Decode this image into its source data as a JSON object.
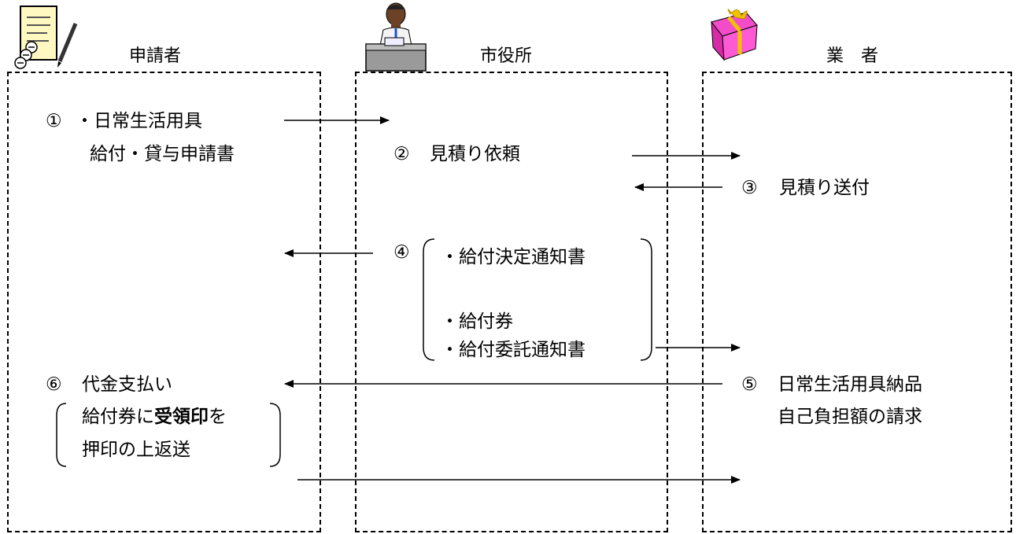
{
  "columns": {
    "applicant": "申請者",
    "city_office": "市役所",
    "vendor": "業　者"
  },
  "steps": {
    "s1_num": "①",
    "s1_line1": "・日常生活用具",
    "s1_line2": "給付・貸与申請書",
    "s2_num": "②",
    "s2_text": "見積り依頼",
    "s3_num": "③",
    "s3_text": "見積り送付",
    "s4_num": "④",
    "s4_item1": "・給付決定通知書",
    "s4_item2": "・給付券",
    "s4_item3": "・給付委託通知書",
    "s5_num": "⑤",
    "s5_line1": "日常生活用具納品",
    "s5_line2": "自己負担額の請求",
    "s6_num": "⑥",
    "s6_line1": "代金支払い",
    "s6_line2_a": "給付券に",
    "s6_line2_b": "受領印",
    "s6_line2_c": "を",
    "s6_line3": "押印の上返送"
  },
  "icons": {
    "applicant": "document-pencil-icon",
    "city_office": "office-clerk-icon",
    "vendor": "gift-box-icon"
  }
}
